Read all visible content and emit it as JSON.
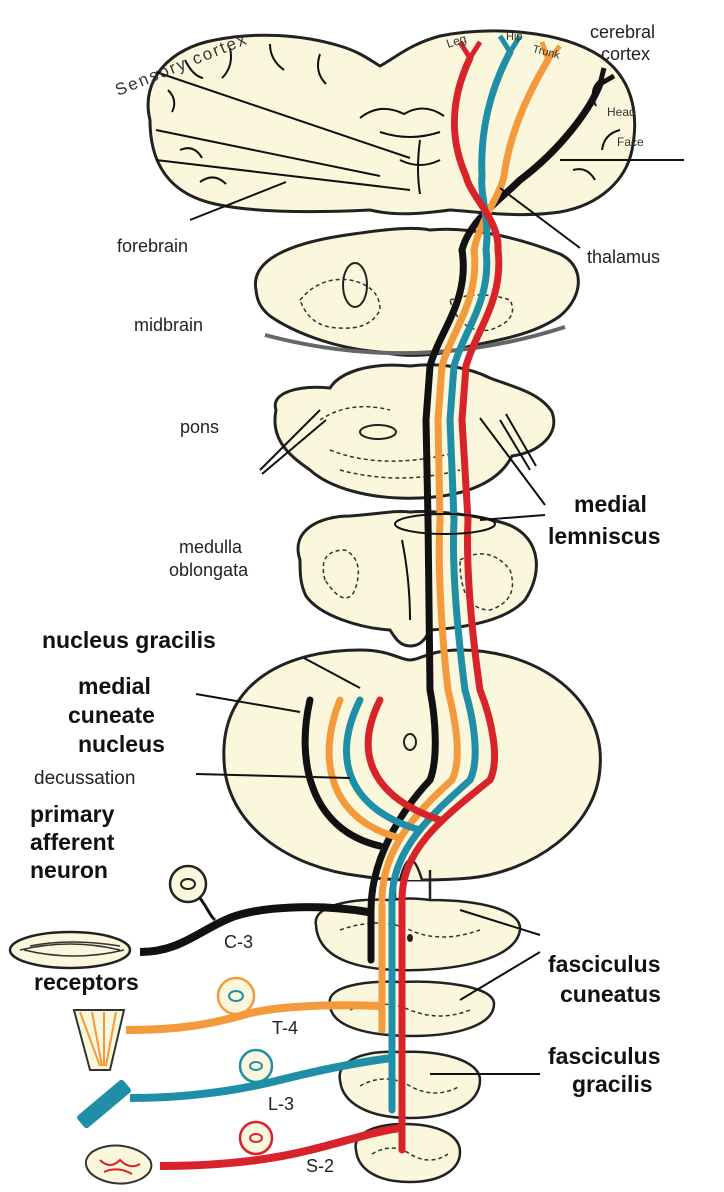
{
  "colors": {
    "leg": "#d8232a",
    "hip": "#1f8fa8",
    "trunk": "#f39a3c",
    "head": "#111111",
    "section_fill": "#fbf7dc"
  },
  "labels": {
    "sensory_cortex": "Sensory cortex",
    "cerebral_cortex_1": "cerebral",
    "cerebral_cortex_2": "cortex",
    "leg": "Leg",
    "hip": "Hip",
    "trunk": "Trunk",
    "head": "Head",
    "face": "Face",
    "forebrain": "forebrain",
    "thalamus": "thalamus",
    "midbrain": "midbrain",
    "pons": "pons",
    "medial_1": "medial",
    "lemniscus": "lemniscus",
    "medulla_1": "medulla",
    "medulla_2": "oblongata",
    "nucleus_gracilis": "nucleus gracilis",
    "cuneate_1": "medial",
    "cuneate_2": "cuneate",
    "cuneate_3": "nucleus",
    "decussation": "decussation",
    "primary_1": "primary",
    "primary_2": "afferent",
    "primary_3": "neuron",
    "receptors": "receptors",
    "c3": "C-3",
    "t4": "T-4",
    "l3": "L-3",
    "s2": "S-2",
    "fc_1": "fasciculus",
    "fc_2": "cuneatus",
    "fg_1": "fasciculus",
    "fg_2": "gracilis"
  }
}
